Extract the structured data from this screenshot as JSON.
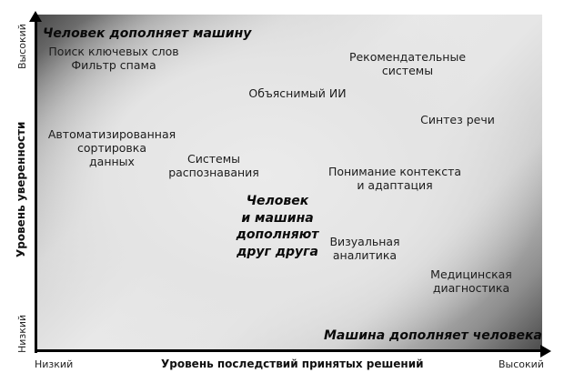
{
  "diagram": {
    "type": "quadrant-matrix",
    "y_axis": {
      "label": "Уровень уверенности",
      "low": "Низкий",
      "high": "Высокий"
    },
    "x_axis": {
      "label": "Уровень последствий принятых решений",
      "low": "Низкий",
      "high": "Высокий"
    },
    "zones": {
      "top_left": "Человек дополняет машину",
      "center": [
        "Человек",
        "и машина",
        "дополняют",
        "друг друга"
      ],
      "bottom_right": "Машина дополняет человека"
    },
    "items": [
      {
        "id": "keyword-search",
        "lines": [
          "Поиск ключевых слов",
          "Фильтр спама"
        ]
      },
      {
        "id": "recommender",
        "lines": [
          "Рекомендательные",
          "системы"
        ]
      },
      {
        "id": "explainable-ai",
        "lines": [
          "Объяснимый ИИ"
        ]
      },
      {
        "id": "speech-synthesis",
        "lines": [
          "Синтез речи"
        ]
      },
      {
        "id": "auto-sorting",
        "lines": [
          "Автоматизированная",
          "сортировка",
          "данных"
        ]
      },
      {
        "id": "recognition",
        "lines": [
          "Системы",
          "распознавания"
        ]
      },
      {
        "id": "context-understanding",
        "lines": [
          "Понимание контекста",
          "и адаптация"
        ]
      },
      {
        "id": "visual-analytics",
        "lines": [
          "Визуальная",
          "аналитика"
        ]
      },
      {
        "id": "medical-diagnostics",
        "lines": [
          "Медицинская",
          "диагностика"
        ]
      }
    ],
    "colors": {
      "axis": "#000000",
      "corner_dark": "#4a4a4a",
      "center_light": "#e8e8e8"
    }
  }
}
